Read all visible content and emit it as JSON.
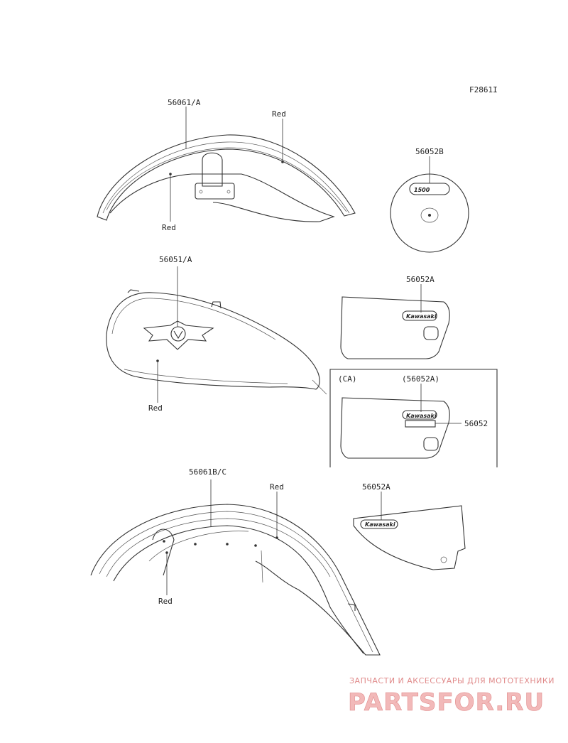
{
  "diagram_id": "F2861I",
  "labels": {
    "front_fender": "56061/A",
    "front_fender_color": "Red",
    "front_fender_color2": "Red",
    "emblem_round": "56052B",
    "emblem_round_text": "1500",
    "tank": "56051/A",
    "tank_color": "Red",
    "side_cover_top": "56052A",
    "ca_region": "(CA)",
    "ca_part_paren": "(56052A)",
    "ca_part_extra": "56052",
    "rear_fender": "56061B/C",
    "rear_fender_color": "Red",
    "rear_fender_color2": "Red",
    "side_cover_bottom": "56052A"
  },
  "decal_text": {
    "kawasaki_1": "Kawasaki",
    "kawasaki_2": "Kawasaki",
    "kawasaki_3": "Kawasaki",
    "ca_badge": "CA"
  },
  "watermark": {
    "subtitle": "ЗАПЧАСТИ И АКСЕССУАРЫ ДЛЯ МОТОТЕХНИКИ",
    "brand": "PARTSFOR.RU",
    "color": "#e08a8a"
  }
}
